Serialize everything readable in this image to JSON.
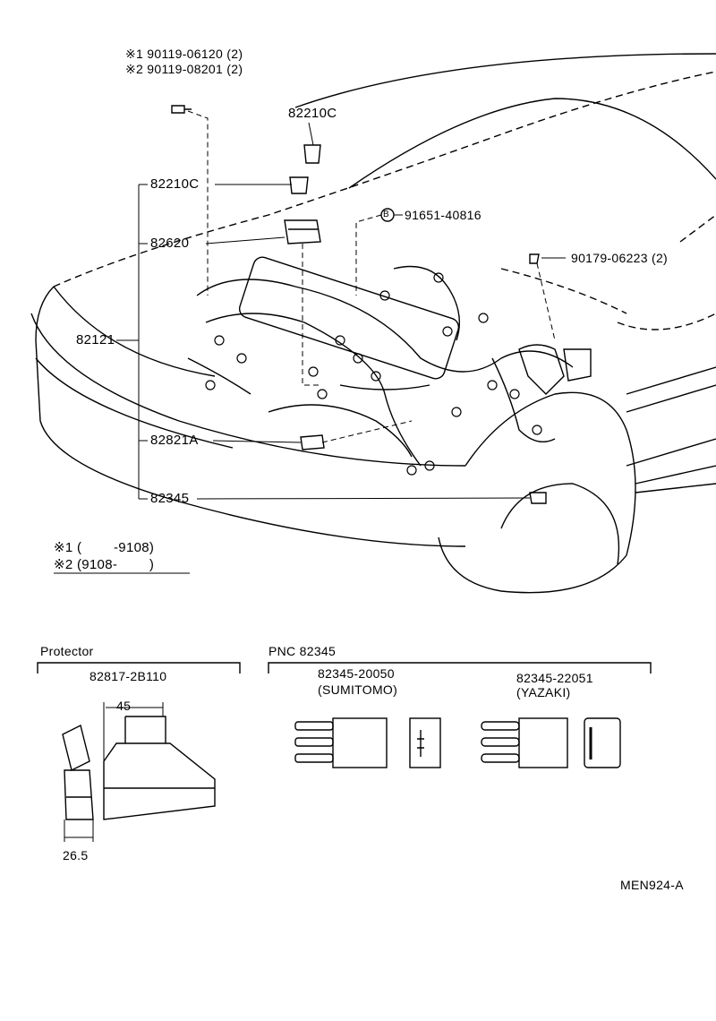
{
  "callouts": {
    "bolt_1": "※1 90119-06120 (2)",
    "bolt_2": "※2 90119-08201 (2)",
    "part_82210c_top": "82210C",
    "part_82210c": "82210C",
    "part_91651": "91651-40816",
    "bolt_marker": "B",
    "part_82620": "82620",
    "part_90179": "90179-06223 (2)",
    "part_82121": "82121",
    "part_82821a": "82821A",
    "part_82345": "82345"
  },
  "notes": {
    "note_1": "※1 (        -9108)",
    "note_2": "※2 (9108-        )"
  },
  "protector": {
    "title": "Protector",
    "part_no": "82817-2B110",
    "dim_width": "45",
    "dim_depth": "26.5"
  },
  "pnc": {
    "title": "PNC 82345",
    "variants": [
      {
        "part_no": "82345-20050",
        "maker": "(SUMITOMO)"
      },
      {
        "part_no": "82345-22051",
        "maker": "(YAZAKI)"
      }
    ]
  },
  "figure_code": "MEN924-A"
}
